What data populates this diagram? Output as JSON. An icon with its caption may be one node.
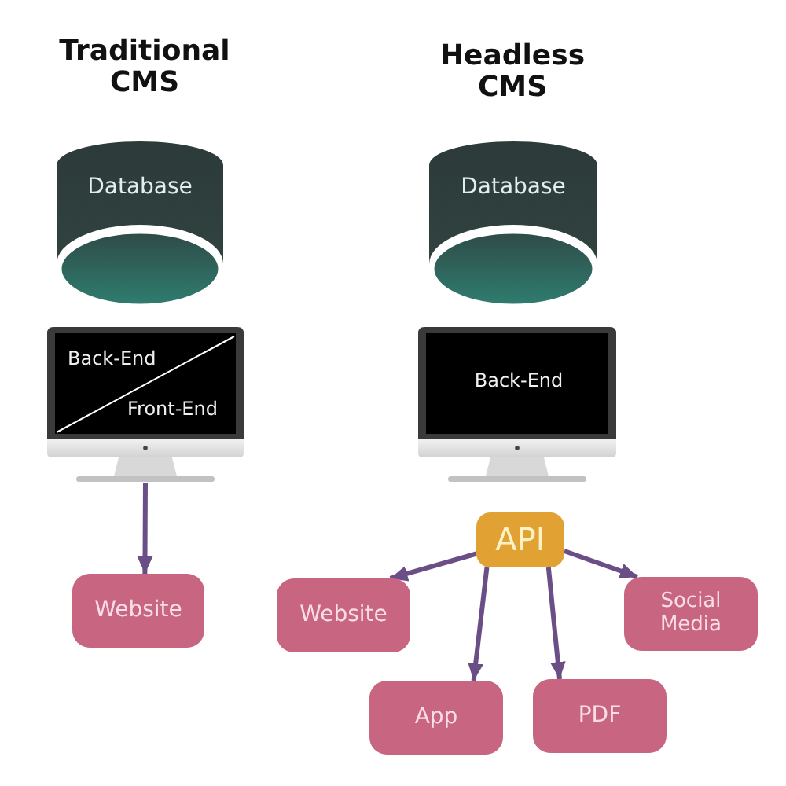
{
  "diagram": {
    "nodes": [
      {
        "text": [
          "Database"
        ]
      },
      {
        "text": [
          "Back-End",
          "Front-End"
        ]
      },
      {
        "text": [
          "Website"
        ]
      },
      {
        "text": [
          "Database"
        ]
      },
      {
        "text": [
          "Back-End"
        ]
      },
      {
        "text": [
          "API"
        ]
      },
      {
        "text": [
          "Website"
        ]
      },
      {
        "text": [
          "App"
        ]
      },
      {
        "text": [
          "PDF"
        ]
      },
      {
        "text": [
          "Social Media"
        ]
      }
    ],
    "edges": [
      {
        "from": 1,
        "to": 2,
        "arrow": "to"
      },
      {
        "from": 5,
        "to": 6,
        "arrow": "to"
      },
      {
        "from": 5,
        "to": 7,
        "arrow": "to"
      },
      {
        "from": 5,
        "to": 8,
        "arrow": "to"
      },
      {
        "from": 5,
        "to": 9,
        "arrow": "to"
      }
    ],
    "labels": [
      "Traditional CMS",
      "Headless CMS"
    ]
  }
}
